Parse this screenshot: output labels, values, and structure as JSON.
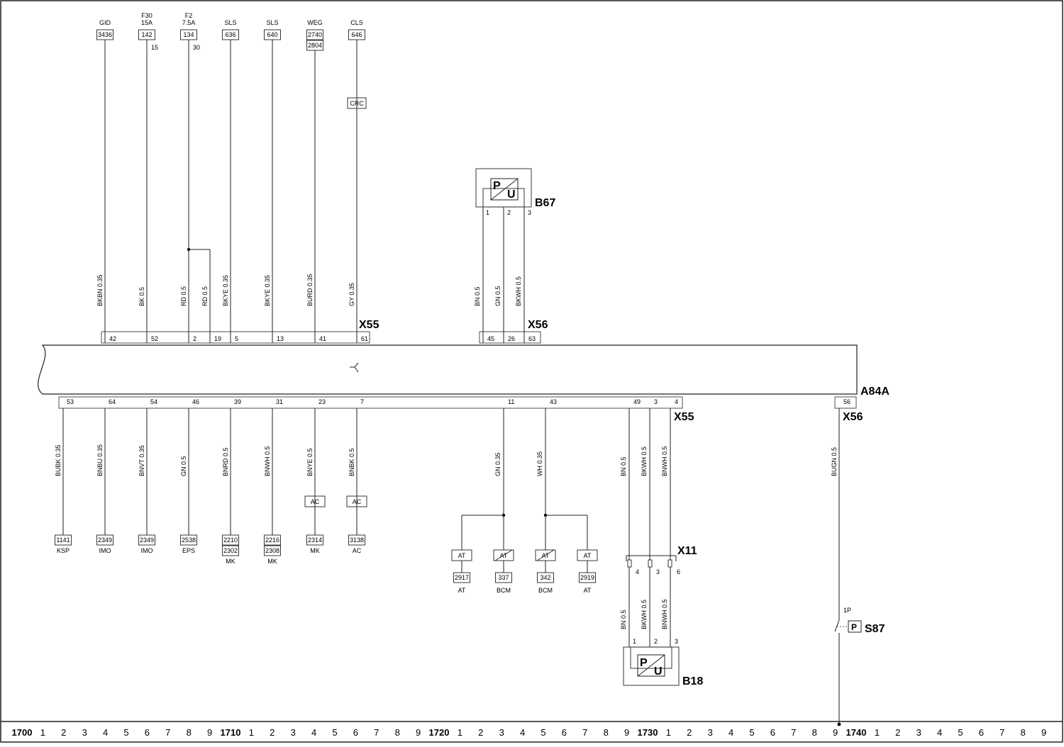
{
  "connectors": {
    "x55_top": "X55",
    "x56_top": "X56",
    "x55_bottom": "X55",
    "x56_bottom": "X56",
    "x11": "X11",
    "module": "A84A"
  },
  "components": {
    "b67": {
      "name": "B67",
      "p": "P",
      "u": "U",
      "pins": [
        "1",
        "2",
        "3"
      ]
    },
    "b18": {
      "name": "B18",
      "p": "P",
      "u": "U",
      "pins": [
        "1",
        "2",
        "3"
      ]
    },
    "s87": {
      "name": "S87",
      "p": "P",
      "pin": "1P"
    }
  },
  "top_wires": [
    {
      "header": [
        "GID"
      ],
      "boxes": [
        "3436"
      ],
      "pin_note": "",
      "color": "BKBN 0.35",
      "pin": "42"
    },
    {
      "header": [
        "F30",
        "15A"
      ],
      "boxes": [
        "142"
      ],
      "pin_note": "15",
      "color": "BK 0.5",
      "pin": "52"
    },
    {
      "header": [
        "F2",
        "7.5A"
      ],
      "boxes": [
        "134"
      ],
      "pin_note": "30",
      "color": "RD 0.5",
      "pin": "2"
    },
    {
      "header": [],
      "boxes": [],
      "pin_note": "",
      "color": "RD 0.5",
      "pin": "19"
    },
    {
      "header": [
        "SLS"
      ],
      "boxes": [
        "636"
      ],
      "pin_note": "",
      "color": "BKYE 0.35",
      "pin": "5"
    },
    {
      "header": [
        "SLS"
      ],
      "boxes": [
        "640"
      ],
      "pin_note": "",
      "color": "BKYE 0.35",
      "pin": "13"
    },
    {
      "header": [
        "WEG"
      ],
      "boxes": [
        "2740",
        "2804"
      ],
      "pin_note": "",
      "color": "BURD 0.35",
      "pin": "41"
    },
    {
      "header": [
        "CLS"
      ],
      "boxes": [
        "646"
      ],
      "pin_note": "",
      "color": "GY 0.35",
      "pin": "61",
      "inline": "CRC"
    }
  ],
  "b67_wires": [
    {
      "color": "BN 0.5",
      "pin": "45"
    },
    {
      "color": "GN 0.5",
      "pin": "26"
    },
    {
      "color": "BKWH 0.5",
      "pin": "63"
    }
  ],
  "bottom_wires": [
    {
      "pin": "53",
      "color": "BUBK 0.35",
      "boxes": [
        "1141"
      ],
      "label": "KSP"
    },
    {
      "pin": "64",
      "color": "BNBU 0.35",
      "boxes": [
        "2349"
      ],
      "label": "IMO"
    },
    {
      "pin": "54",
      "color": "BNVT 0.35",
      "boxes": [
        "2349"
      ],
      "label": "IMO"
    },
    {
      "pin": "46",
      "color": "GN 0.5",
      "boxes": [
        "2538"
      ],
      "label": "EPS"
    },
    {
      "pin": "39",
      "color": "BNRD 0.5",
      "boxes": [
        "2210",
        "2302"
      ],
      "label": "MK"
    },
    {
      "pin": "31",
      "color": "BNWH 0.5",
      "boxes": [
        "2216",
        "2308"
      ],
      "label": "MK"
    },
    {
      "pin": "23",
      "color": "BNYE 0.5",
      "inline": "AC",
      "boxes": [
        "2314"
      ],
      "label": "MK"
    },
    {
      "pin": "7",
      "color": "BNBK 0.5",
      "inline": "AC",
      "boxes": [
        "3138"
      ],
      "label": "AC"
    }
  ],
  "gn_branch": {
    "pin": "11",
    "color": "GN 0.35",
    "left": {
      "tag": "AT",
      "box": "2917",
      "label": "AT"
    },
    "right": {
      "tag": "AT",
      "box": "337",
      "label": "BCM"
    }
  },
  "wh_branch": {
    "pin": "43",
    "color": "WH 0.35",
    "left": {
      "tag": "AT",
      "box": "342",
      "label": "BCM"
    },
    "right": {
      "tag": "AT",
      "box": "2919",
      "label": "AT"
    }
  },
  "b18_wires": [
    {
      "pin": "49",
      "color": "BN 0.5",
      "x11_pin": "4",
      "color2": "BN 0.5"
    },
    {
      "pin": "3",
      "color": "BKWH 0.5",
      "x11_pin": "3",
      "color2": "BKWH 0.5"
    },
    {
      "pin": "4",
      "color": "BNWH 0.5",
      "x11_pin": "6",
      "color2": "BNWH 0.5"
    }
  ],
  "s87_wire": {
    "pin": "56",
    "color": "BUGN 0.5"
  },
  "axis": [
    "1700",
    "1",
    "2",
    "3",
    "4",
    "5",
    "6",
    "7",
    "8",
    "9",
    "1710",
    "1",
    "2",
    "3",
    "4",
    "5",
    "6",
    "7",
    "8",
    "9",
    "1720",
    "1",
    "2",
    "3",
    "4",
    "5",
    "6",
    "7",
    "8",
    "9",
    "1730",
    "1",
    "2",
    "3",
    "4",
    "5",
    "6",
    "7",
    "8",
    "9",
    "1740",
    "1",
    "2",
    "3",
    "4",
    "5",
    "6",
    "7",
    "8",
    "9"
  ]
}
